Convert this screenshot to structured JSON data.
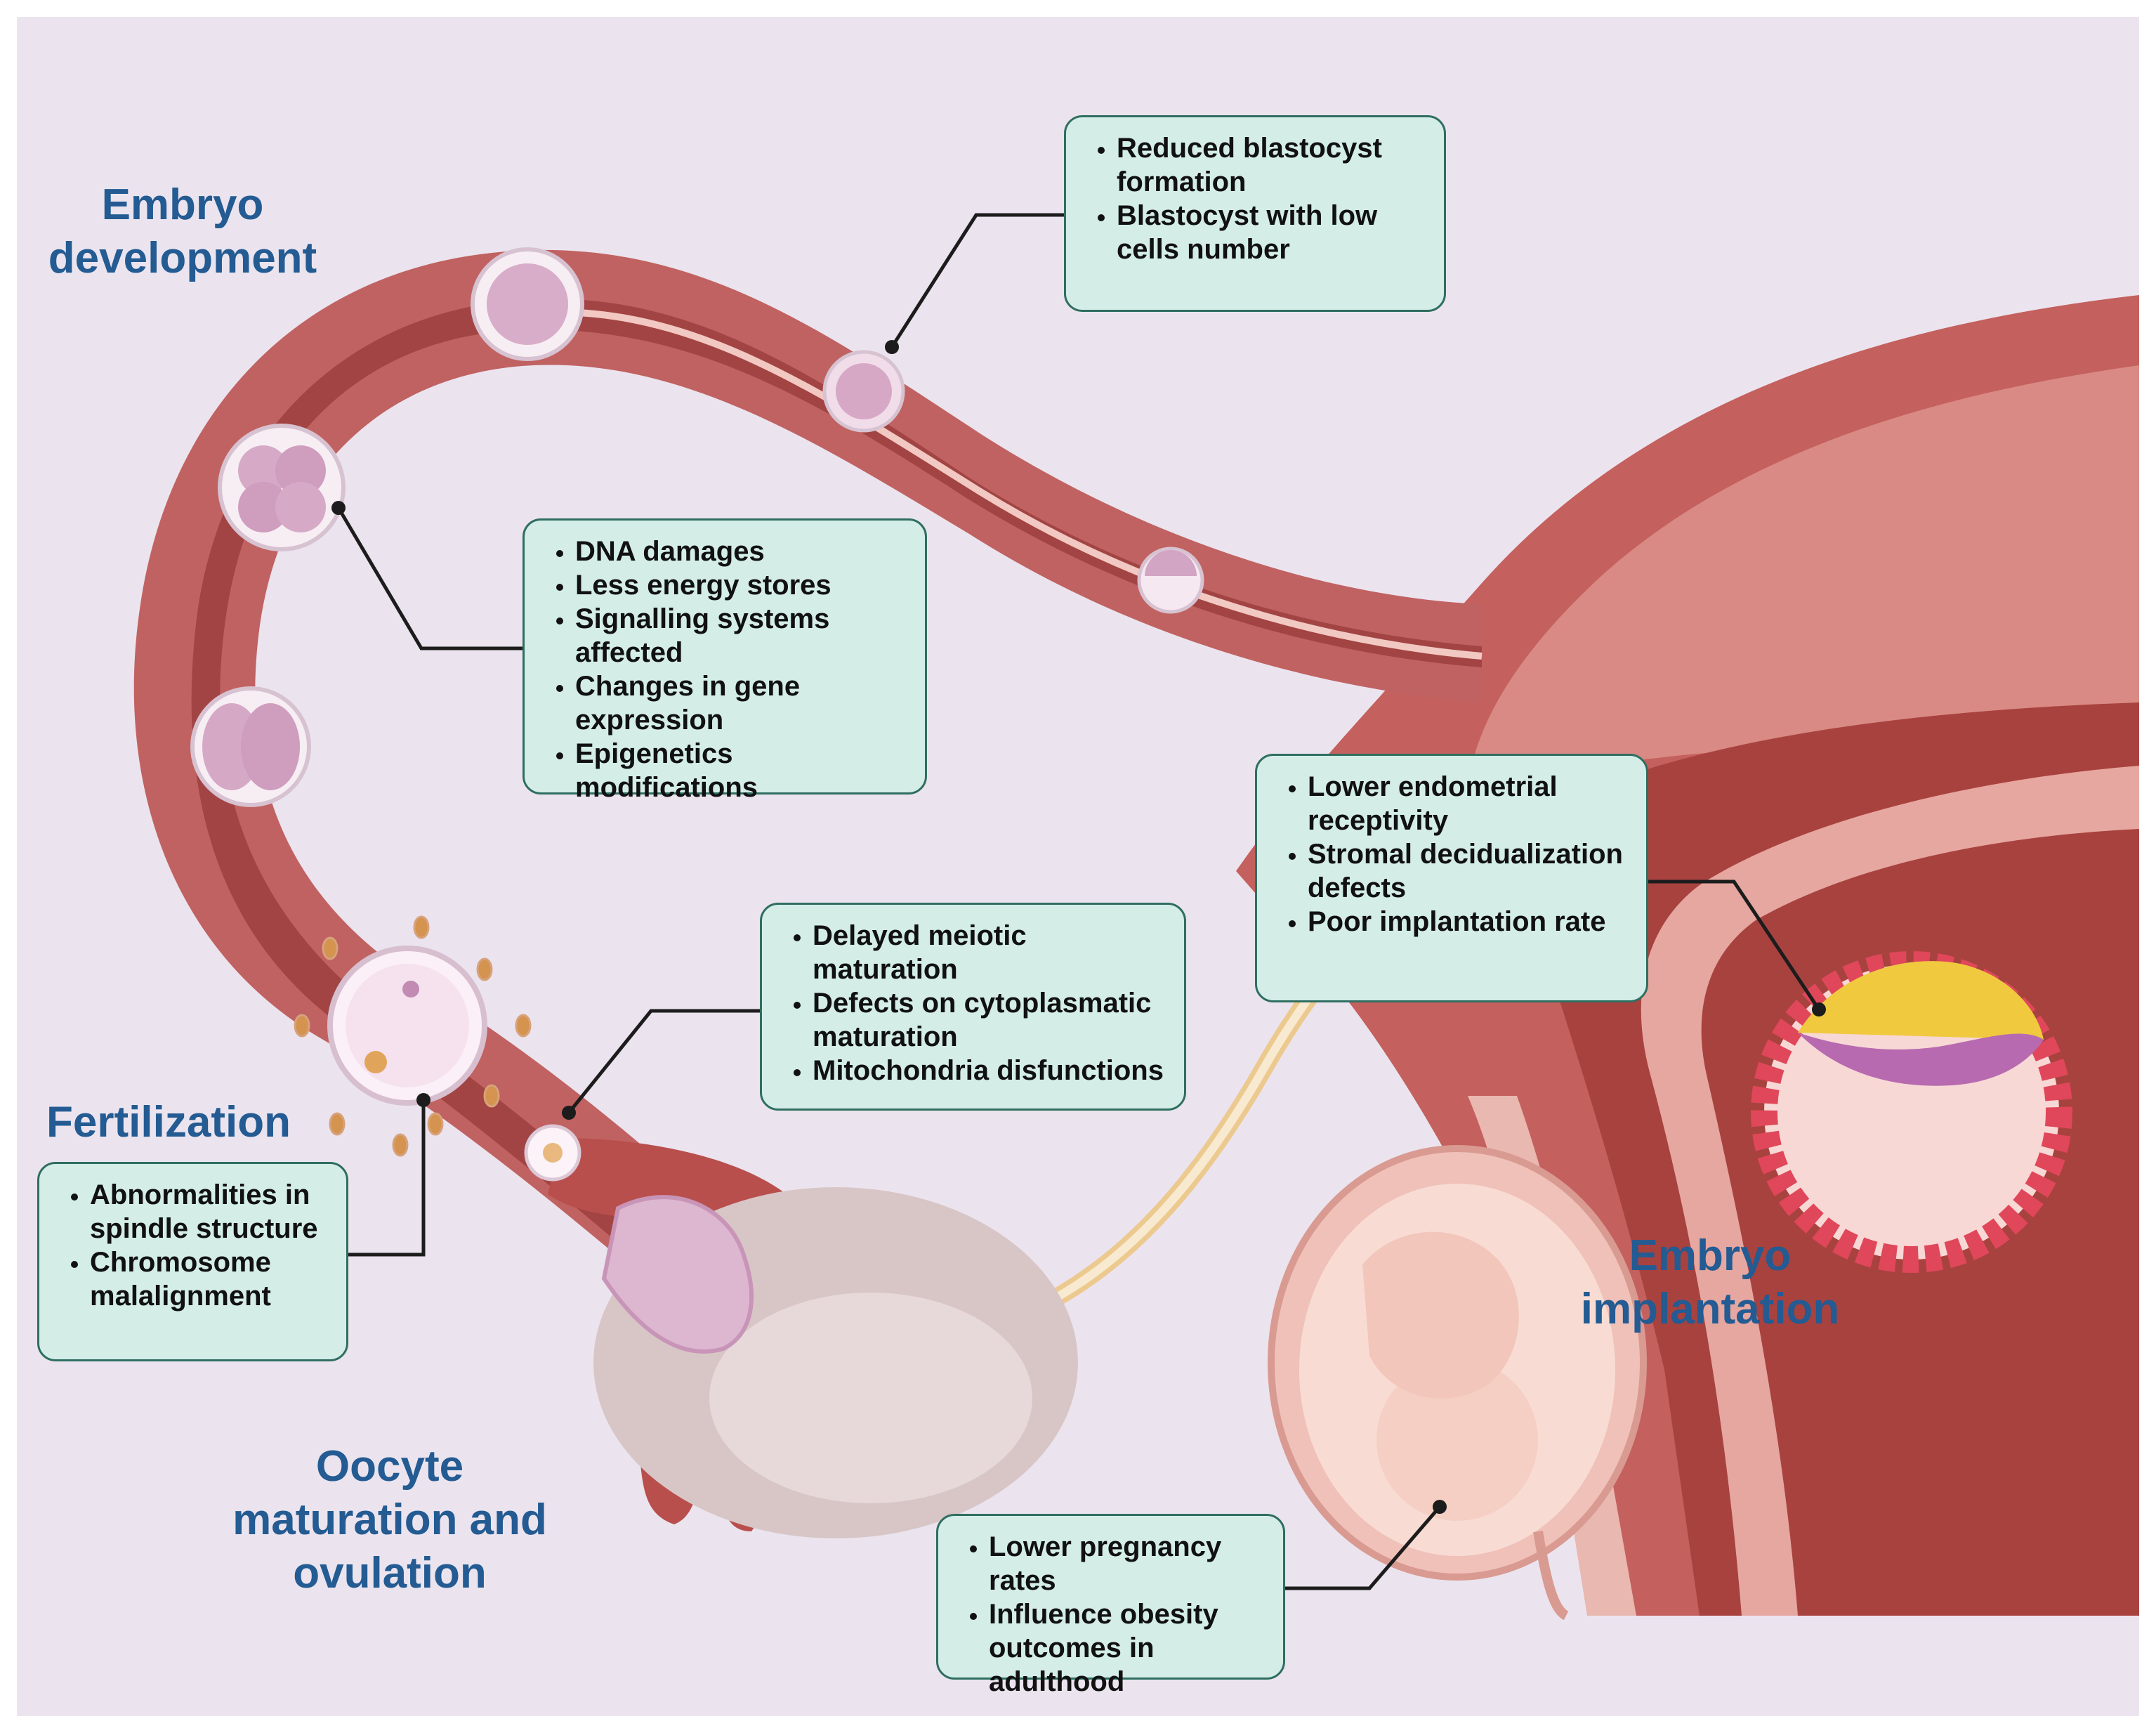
{
  "stages": {
    "embryo_development": [
      "Embryo",
      "development"
    ],
    "fertilization": [
      "Fertilization"
    ],
    "oocyte_maturation": [
      "Oocyte",
      "maturation and",
      "ovulation"
    ],
    "embryo_implantation": [
      "Embryo",
      "implantation"
    ]
  },
  "boxes": {
    "blastocyst": [
      "Reduced blastocyst formation",
      "Blastocyst with low cells number"
    ],
    "dna": [
      "DNA damages",
      "Less energy stores",
      "Signalling systems affected",
      "Changes in gene expression",
      "Epigenetics modifications"
    ],
    "meiotic": [
      "Delayed meiotic maturation",
      "Defects on cytoplasmatic maturation",
      "Mitochondria disfunctions"
    ],
    "endometrial": [
      "Lower endometrial receptivity",
      "Stromal decidualization defects",
      "Poor implantation rate"
    ],
    "spindle": [
      "Abnormalities in spindle structure",
      "Chromosome malalignment"
    ],
    "pregnancy": [
      "Lower pregnancy rates",
      "Influence obesity outcomes in adulthood"
    ]
  },
  "colors": {
    "background": "#ebe4ef",
    "title_text": "#235b92",
    "box_fill": "#d4ede7",
    "box_border": "#2f6e61",
    "tube_muscle": "#b35a5a",
    "tube_lumen": "#a24443",
    "ovary": "#d7c4c4",
    "uterus": "#bd5a58"
  }
}
